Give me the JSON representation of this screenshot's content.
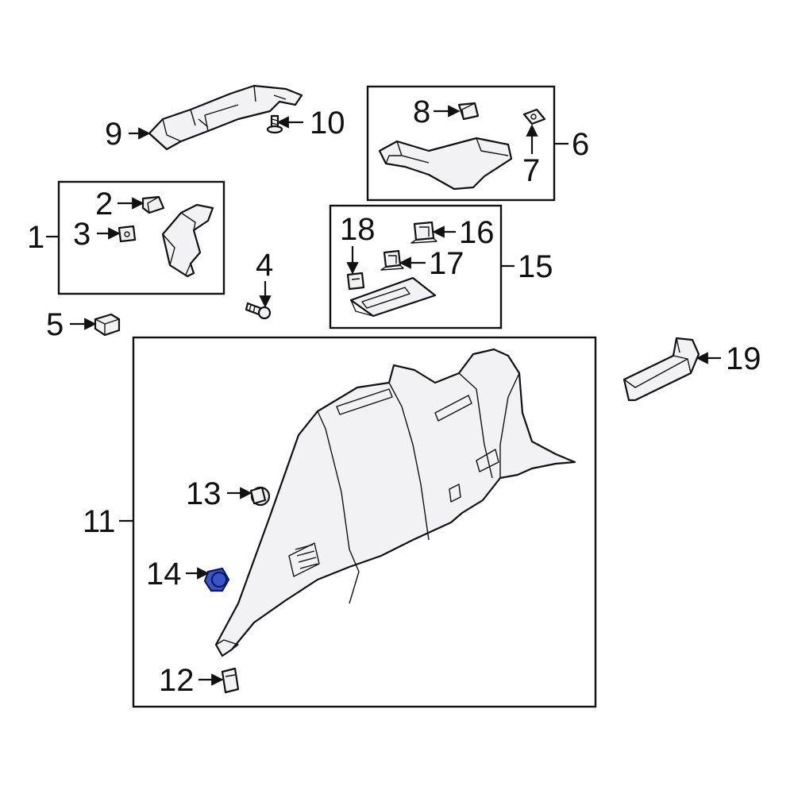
{
  "callouts": {
    "c1": "1",
    "c2": "2",
    "c3": "3",
    "c4": "4",
    "c5": "5",
    "c6": "6",
    "c7": "7",
    "c8": "8",
    "c9": "9",
    "c10": "10",
    "c11": "11",
    "c12": "12",
    "c13": "13",
    "c14": "14",
    "c15": "15",
    "c16": "16",
    "c17": "17",
    "c18": "18",
    "c19": "19"
  },
  "highlight": {
    "part": "14",
    "color": "#3a55c8"
  }
}
